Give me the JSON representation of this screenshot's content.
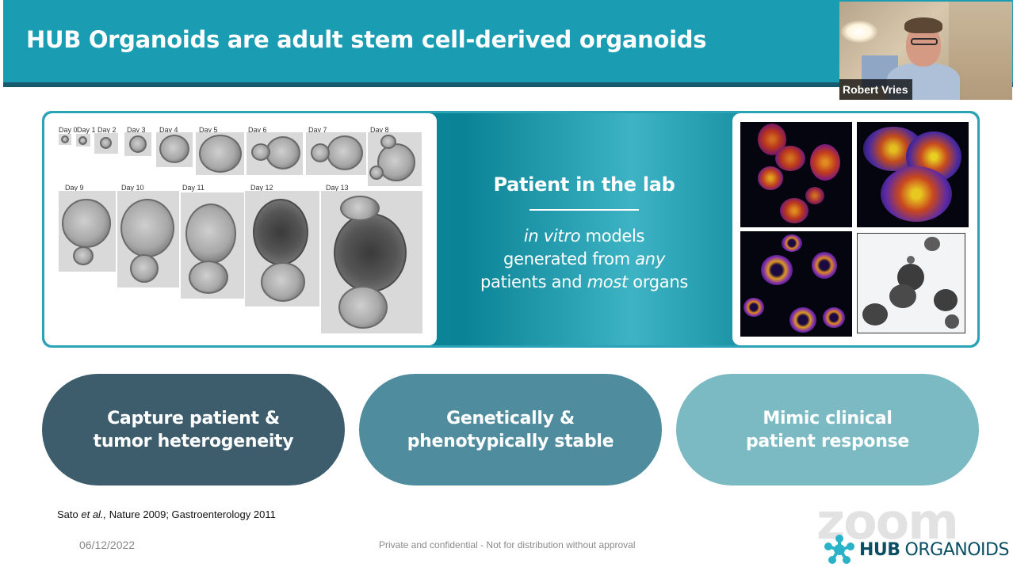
{
  "slide": {
    "title": "HUB Organoids are adult stem cell-derived organoids",
    "growth_days": [
      "Day 0",
      "Day 1",
      "Day 2",
      "Day 3",
      "Day 4",
      "Day 5",
      "Day 6",
      "Day 7",
      "Day 8",
      "Day 9",
      "Day 10",
      "Day 11",
      "Day 12",
      "Day 13"
    ],
    "center": {
      "title": "Patient in the lab",
      "line1_italic": "in vitro",
      "line1_rest": " models",
      "line2_pre": "generated from ",
      "line2_italic": "any",
      "line3_pre": "patients and ",
      "line3_italic": "most",
      "line3_post": " organs"
    },
    "pills": [
      {
        "text": "Capture patient &\ntumor heterogeneity"
      },
      {
        "text": "Genetically &\nphenotypically stable"
      },
      {
        "text": "Mimic clinical\npatient response"
      }
    ],
    "reference_pre": "Sato ",
    "reference_italic": "et al.,",
    "reference_post": " Nature 2009; Gastroenterology 2011",
    "date": "06/12/2022",
    "confidential": "Private and confidential - Not for distribution without approval"
  },
  "webcam": {
    "participant_name": "Robert Vries"
  },
  "branding": {
    "zoom_watermark": "zoom",
    "logo_icon": "star-organoid-icon",
    "logo_hub": "HUB",
    "logo_organoids": "ORGANOIDS"
  },
  "colors": {
    "header": "#1a9cb2",
    "header_bottom": "#175a6e",
    "pill_1": "#3d5d6c",
    "pill_2": "#4f8c9d",
    "pill_3": "#7bbac3",
    "logo": "#0a4f63"
  }
}
